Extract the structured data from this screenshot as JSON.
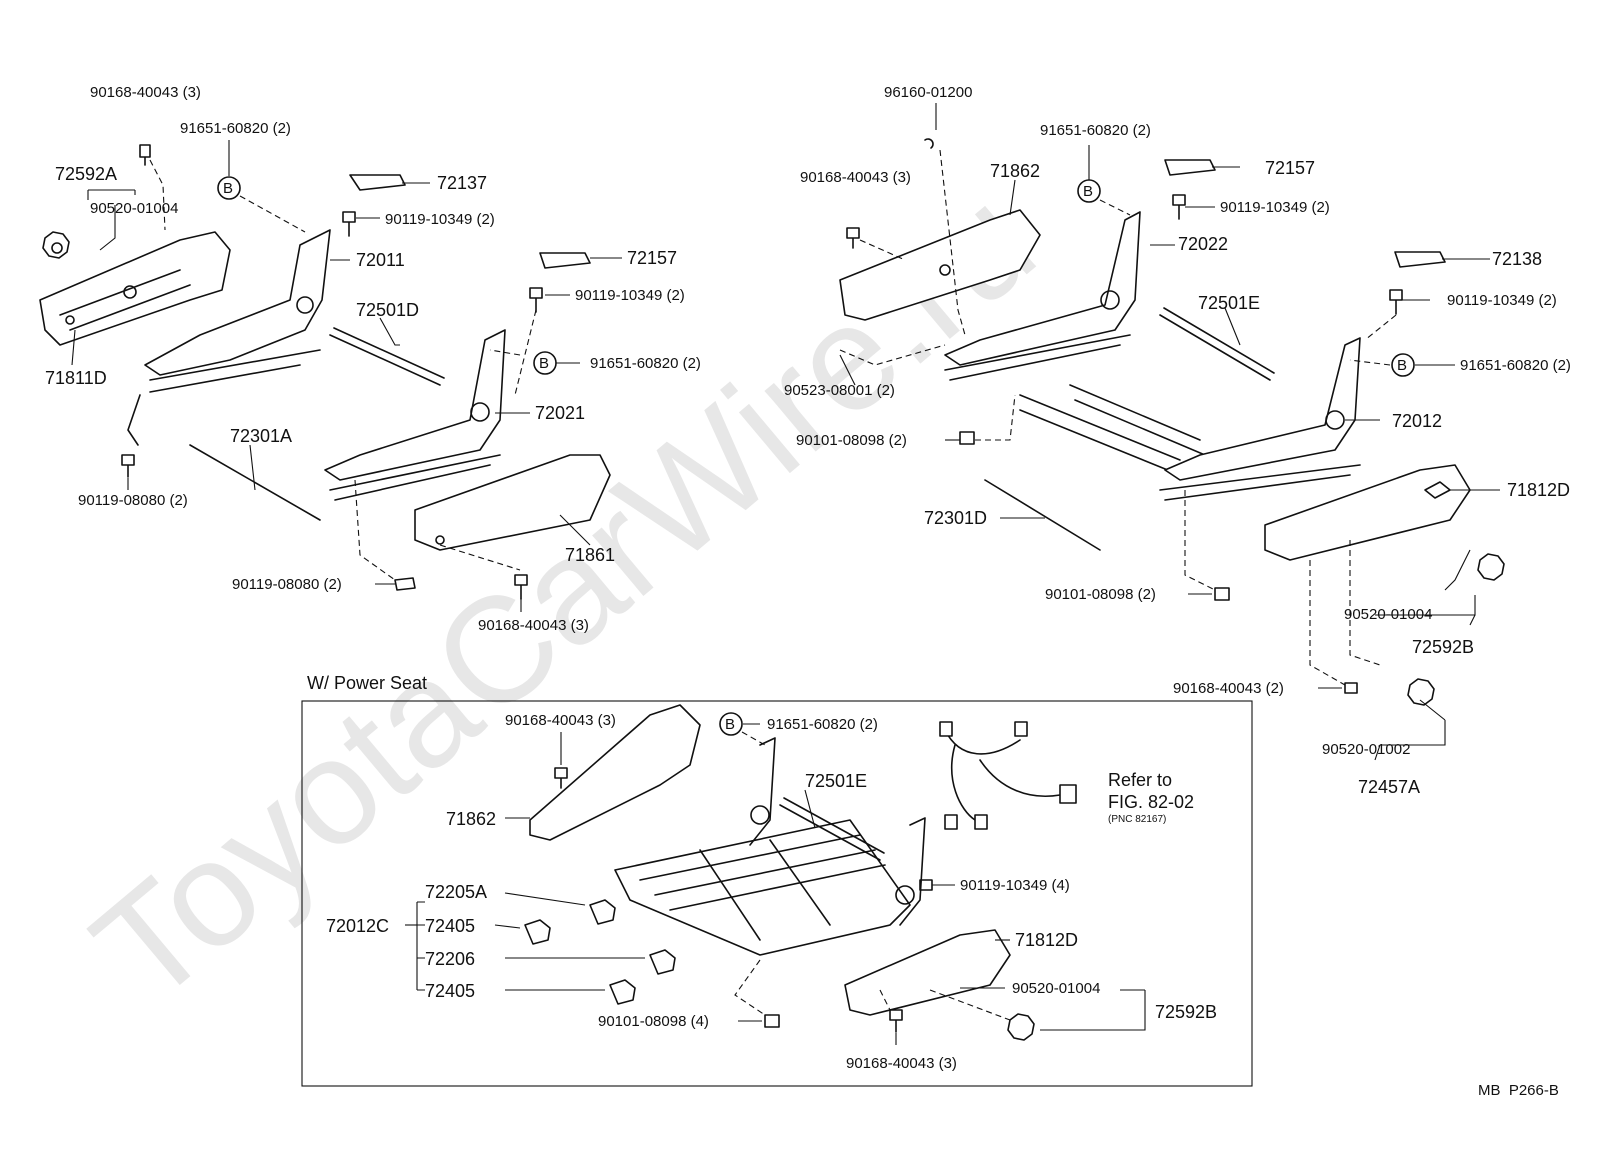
{
  "watermark": "ToyotaCarWire.ru",
  "footer_code": "MB  P266-B",
  "inset_title": "W/ Power Seat",
  "refer_note": {
    "line1": "Refer to",
    "line2": "FIG. 82-02",
    "line3": "(PNC 82167)"
  },
  "circle_mark": "B",
  "labels": {
    "left": {
      "l1": "90168-40043 (3)",
      "l2": "91651-60820 (2)",
      "l3": "72592A",
      "l4": "90520-01004",
      "l5": "72137",
      "l6": "90119-10349 (2)",
      "l7": "72011",
      "l8": "72157",
      "l9": "72501D",
      "l10": "90119-10349 (2)",
      "l11": "71811D",
      "l12": "91651-60820 (2)",
      "l13": "72021",
      "l14": "72301A",
      "l15": "90119-08080 (2)",
      "l16": "71861",
      "l17": "90119-08080 (2)",
      "l18": "90168-40043 (3)"
    },
    "right": {
      "r1": "96160-01200",
      "r2": "91651-60820 (2)",
      "r3": "72157",
      "r4": "90168-40043 (3)",
      "r5": "71862",
      "r6": "90119-10349 (2)",
      "r7": "72022",
      "r8": "72138",
      "r9": "72501E",
      "r10": "90119-10349 (2)",
      "r11": "90523-08001 (2)",
      "r12": "91651-60820 (2)",
      "r13": "72012",
      "r14": "90101-08098 (2)",
      "r15": "71812D",
      "r16": "72301D",
      "r17": "90101-08098 (2)",
      "r18": "90520-01004",
      "r19": "72592B",
      "r20": "90168-40043 (2)",
      "r21": "90520-01002",
      "r22": "72457A"
    },
    "inset": {
      "i1": "90168-40043 (3)",
      "i2": "91651-60820 (2)",
      "i3": "72501E",
      "i4": "71862",
      "i5": "72205A",
      "i6": "72012C",
      "i7": "72405",
      "i8": "72206",
      "i9": "72405",
      "i10": "90119-10349 (4)",
      "i11": "71812D",
      "i12": "90520-01004",
      "i13": "72592B",
      "i14": "90101-08098 (4)",
      "i15": "90168-40043 (3)"
    }
  }
}
